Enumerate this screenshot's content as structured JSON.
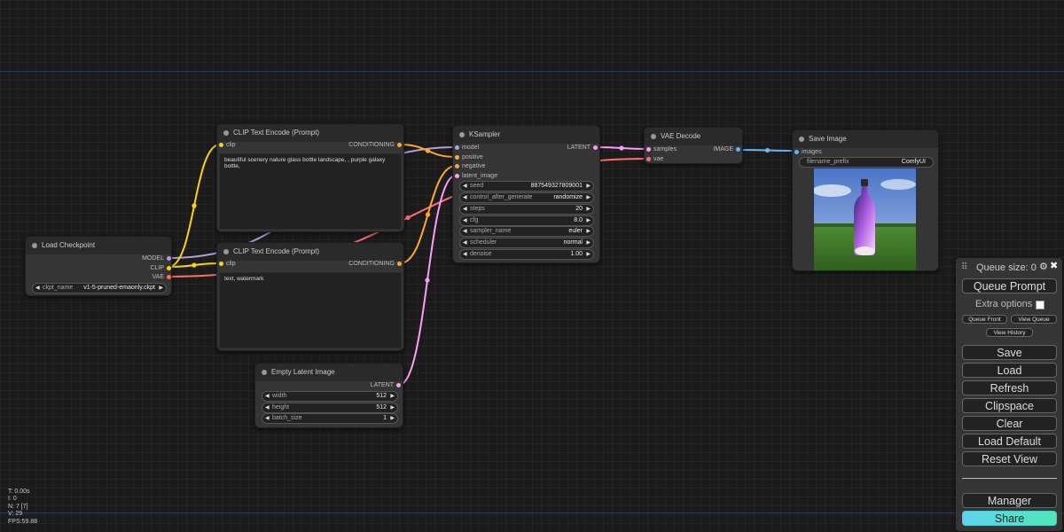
{
  "nodes": {
    "load_checkpoint": {
      "title": "Load Checkpoint",
      "outputs": [
        "MODEL",
        "CLIP",
        "VAE"
      ],
      "widget_label": "ckpt_name",
      "widget_value": "v1-5-pruned-emaonly.ckpt"
    },
    "clip_pos": {
      "title": "CLIP Text Encode (Prompt)",
      "input": "clip",
      "output": "CONDITIONING",
      "text": "beautiful scenery nature glass bottle landscape, , purple galaxy bottle,"
    },
    "clip_neg": {
      "title": "CLIP Text Encode (Prompt)",
      "input": "clip",
      "output": "CONDITIONING",
      "text": "text, watermark"
    },
    "ksampler": {
      "title": "KSampler",
      "inputs": [
        "model",
        "positive",
        "negative",
        "latent_image"
      ],
      "output": "LATENT",
      "widgets": [
        {
          "label": "seed",
          "value": "887549327809001"
        },
        {
          "label": "control_after_generate",
          "value": "randomize"
        },
        {
          "label": "steps",
          "value": "20"
        },
        {
          "label": "cfg",
          "value": "8.0"
        },
        {
          "label": "sampler_name",
          "value": "euler"
        },
        {
          "label": "scheduler",
          "value": "normal"
        },
        {
          "label": "denoise",
          "value": "1.00"
        }
      ]
    },
    "vae_decode": {
      "title": "VAE Decode",
      "inputs": [
        "samples",
        "vae"
      ],
      "output": "IMAGE"
    },
    "save_image": {
      "title": "Save Image",
      "input": "images",
      "widget_label": "filename_prefix",
      "widget_value": "ComfyUI"
    },
    "empty_latent": {
      "title": "Empty Latent Image",
      "output": "LATENT",
      "widgets": [
        {
          "label": "width",
          "value": "512"
        },
        {
          "label": "height",
          "value": "512"
        },
        {
          "label": "batch_size",
          "value": "1"
        }
      ]
    }
  },
  "menu": {
    "queue_size": "Queue size: 0",
    "queue_prompt": "Queue Prompt",
    "extra_options": "Extra options",
    "queue_front": "Queue Front",
    "view_queue": "View Queue",
    "view_history": "View History",
    "save": "Save",
    "load": "Load",
    "refresh": "Refresh",
    "clipspace": "Clipspace",
    "clear": "Clear",
    "load_default": "Load Default",
    "reset_view": "Reset View",
    "manager": "Manager",
    "share": "Share"
  },
  "stats": [
    "T: 0.00s",
    "I: 0",
    "N: 7 [7]",
    "V: 29",
    "FPS:59.88"
  ],
  "icons": {
    "gear": "gear-icon",
    "close": "close-icon",
    "drag": "drag-handle-icon"
  },
  "colors": {
    "model": "#b39ddb",
    "clip": "#ffd500",
    "vae": "#ff6e6e",
    "conditioning": "#ffa931",
    "latent": "#ff9cf9",
    "image": "#64b5f6",
    "share_gradient": [
      "#5fd3ef",
      "#4fe8b3"
    ]
  }
}
